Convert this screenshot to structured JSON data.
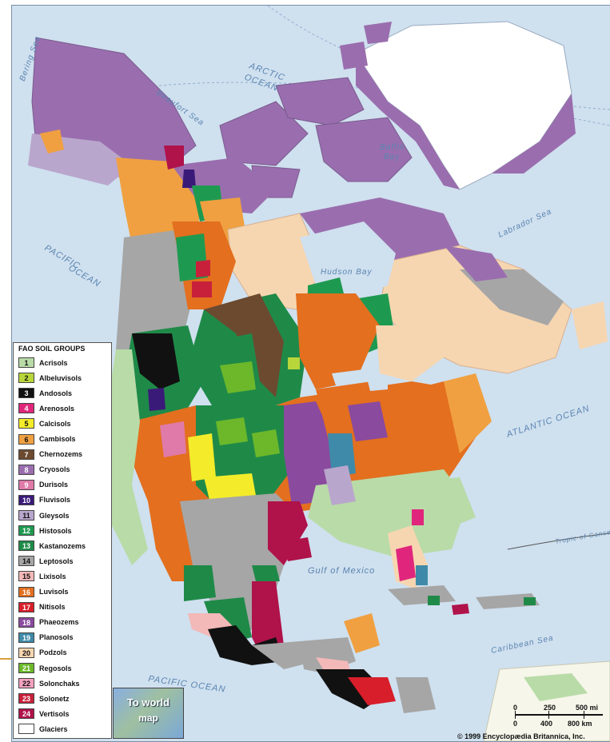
{
  "ocean_labels": {
    "arctic": "ARCTIC",
    "arctic2": "OCEAN",
    "bering": "Bering Sea",
    "beaufort": "Beaufort Sea",
    "baffin": "Baffin",
    "baffin2": "Bay",
    "labrador": "Labrador Sea",
    "pacific_n": "PACIFIC",
    "pacific_n2": "OCEAN",
    "hudson": "Hudson Bay",
    "atlantic": "ATLANTIC OCEAN",
    "gulf": "Gulf of Mexico",
    "caribbean": "Caribbean Sea",
    "pacific_s": "PACIFIC OCEAN",
    "tropic": "Tropic of Cancer"
  },
  "legend": {
    "title": "FAO SOIL GROUPS",
    "items": [
      {
        "n": "1",
        "label": "Acrisols",
        "color": "#b9dba8"
      },
      {
        "n": "2",
        "label": "Albeluvisols",
        "color": "#b8d63a"
      },
      {
        "n": "3",
        "label": "Andosols",
        "color": "#111111"
      },
      {
        "n": "4",
        "label": "Arenosols",
        "color": "#e0267c"
      },
      {
        "n": "5",
        "label": "Calcisols",
        "color": "#f4ec2a"
      },
      {
        "n": "6",
        "label": "Cambisols",
        "color": "#f0a040"
      },
      {
        "n": "7",
        "label": "Chernozems",
        "color": "#6b4a30"
      },
      {
        "n": "8",
        "label": "Cryosols",
        "color": "#9a6eae"
      },
      {
        "n": "9",
        "label": "Durisols",
        "color": "#e07aa8"
      },
      {
        "n": "10",
        "label": "Fluvisols",
        "color": "#3a1a78"
      },
      {
        "n": "11",
        "label": "Gleysols",
        "color": "#b9a6cc"
      },
      {
        "n": "12",
        "label": "Histosols",
        "color": "#1e9a50"
      },
      {
        "n": "13",
        "label": "Kastanozems",
        "color": "#1f8a48"
      },
      {
        "n": "14",
        "label": "Leptosols",
        "color": "#a6a6a6"
      },
      {
        "n": "15",
        "label": "Lixisols",
        "color": "#f3b8b8"
      },
      {
        "n": "16",
        "label": "Luvisols",
        "color": "#e36f1f"
      },
      {
        "n": "17",
        "label": "Nitisols",
        "color": "#d81e2a"
      },
      {
        "n": "18",
        "label": "Phaeozems",
        "color": "#8a4a9e"
      },
      {
        "n": "19",
        "label": "Planosols",
        "color": "#3f8aa8"
      },
      {
        "n": "20",
        "label": "Podzols",
        "color": "#f6d6b0"
      },
      {
        "n": "21",
        "label": "Regosols",
        "color": "#6cb82a"
      },
      {
        "n": "22",
        "label": "Solonchaks",
        "color": "#f2a2bf"
      },
      {
        "n": "23",
        "label": "Solonetz",
        "color": "#c8203a"
      },
      {
        "n": "24",
        "label": "Vertisols",
        "color": "#b0124a"
      },
      {
        "n": "",
        "label": "Glaciers",
        "color": "#ffffff"
      }
    ]
  },
  "inset": {
    "line1": "To world",
    "line2": "map"
  },
  "scale": {
    "mi_0": "0",
    "mi_250": "250",
    "mi_500": "500 mi",
    "km_0": "0",
    "km_400": "400",
    "km_800": "800 km"
  },
  "copyright": "© 1999 Encyclopædia Britannica, Inc."
}
